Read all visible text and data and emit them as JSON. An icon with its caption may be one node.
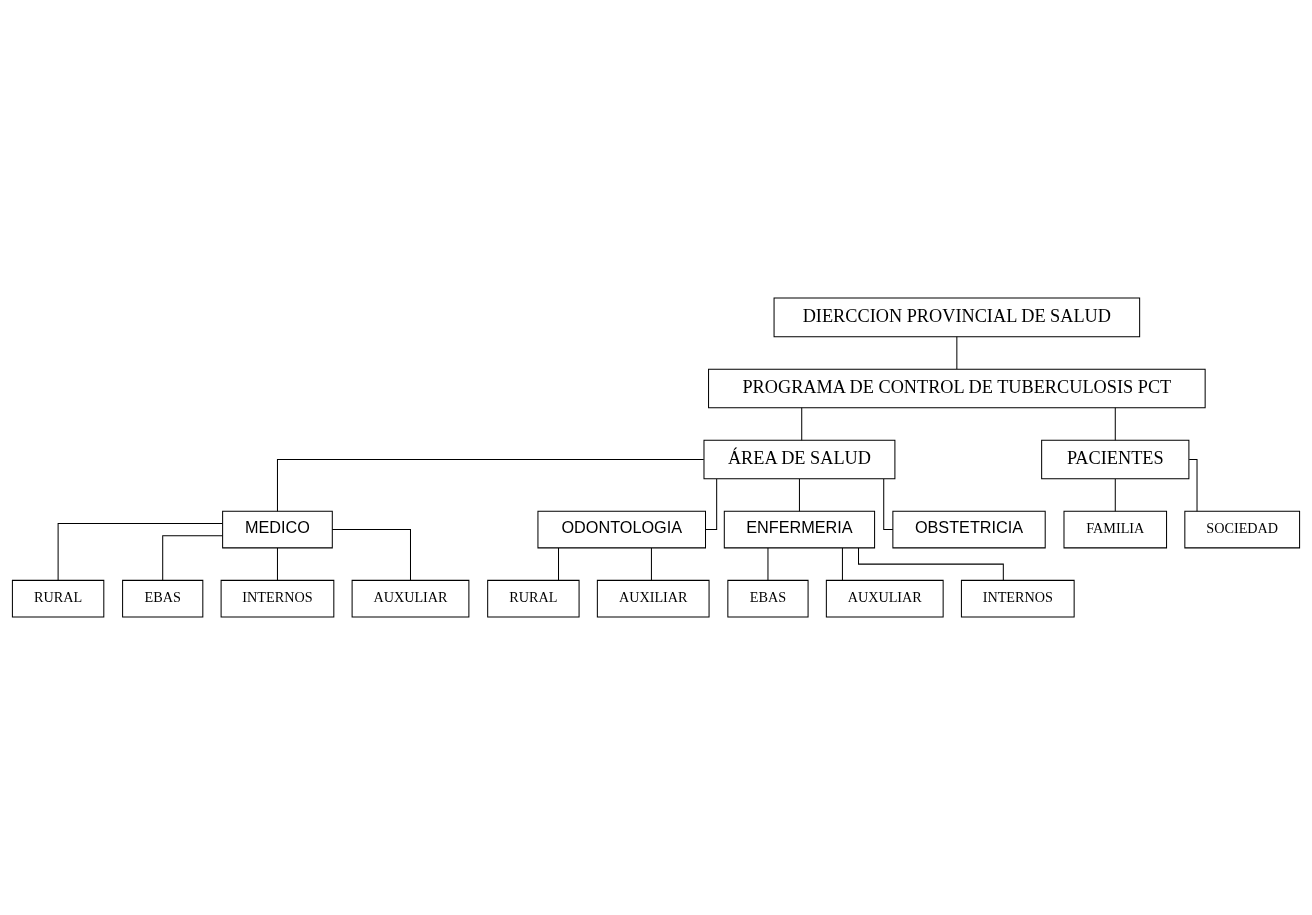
{
  "diagram": {
    "nodes": [
      {
        "text": [
          "DIERCCION PROVINCIAL DE SALUD"
        ]
      },
      {
        "text": [
          "PROGRAMA DE CONTROL DE TUBERCULOSIS PCT"
        ]
      },
      {
        "text": [
          "ÁREA DE SALUD"
        ]
      },
      {
        "text": [
          "PACIENTES"
        ]
      },
      {
        "text": [
          "MEDICO"
        ]
      },
      {
        "text": [
          "ODONTOLOGIA"
        ]
      },
      {
        "text": [
          "ENFERMERIA"
        ]
      },
      {
        "text": [
          "OBSTETRICIA"
        ]
      },
      {
        "text": [
          "FAMILIA"
        ]
      },
      {
        "text": [
          "SOCIEDAD"
        ]
      },
      {
        "text": [
          "RURAL"
        ]
      },
      {
        "text": [
          "EBAS"
        ]
      },
      {
        "text": [
          "INTERNOS"
        ]
      },
      {
        "text": [
          "AUXULIAR"
        ]
      },
      {
        "text": [
          "RURAL"
        ]
      },
      {
        "text": [
          "AUXILIAR"
        ]
      },
      {
        "text": [
          "EBAS"
        ]
      },
      {
        "text": [
          "AUXULIAR"
        ]
      },
      {
        "text": [
          "INTERNOS"
        ]
      }
    ],
    "edges": [
      {
        "from": 0,
        "to": 1,
        "arrow": "none"
      },
      {
        "from": 1,
        "to": 2,
        "arrow": "none"
      },
      {
        "from": 1,
        "to": 3,
        "arrow": "none"
      },
      {
        "from": 2,
        "to": 4,
        "arrow": "none"
      },
      {
        "from": 2,
        "to": 5,
        "arrow": "none"
      },
      {
        "from": 2,
        "to": 6,
        "arrow": "none"
      },
      {
        "from": 2,
        "to": 7,
        "arrow": "none"
      },
      {
        "from": 3,
        "to": 8,
        "arrow": "none"
      },
      {
        "from": 3,
        "to": 9,
        "arrow": "none"
      },
      {
        "from": 4,
        "to": 10,
        "arrow": "none"
      },
      {
        "from": 4,
        "to": 11,
        "arrow": "none"
      },
      {
        "from": 4,
        "to": 12,
        "arrow": "none"
      },
      {
        "from": 4,
        "to": 13,
        "arrow": "none"
      },
      {
        "from": 5,
        "to": 14,
        "arrow": "none"
      },
      {
        "from": 5,
        "to": 15,
        "arrow": "none"
      },
      {
        "from": 6,
        "to": 16,
        "arrow": "none"
      },
      {
        "from": 6,
        "to": 17,
        "arrow": "none"
      },
      {
        "from": 6,
        "to": 18,
        "arrow": "none"
      }
    ]
  }
}
